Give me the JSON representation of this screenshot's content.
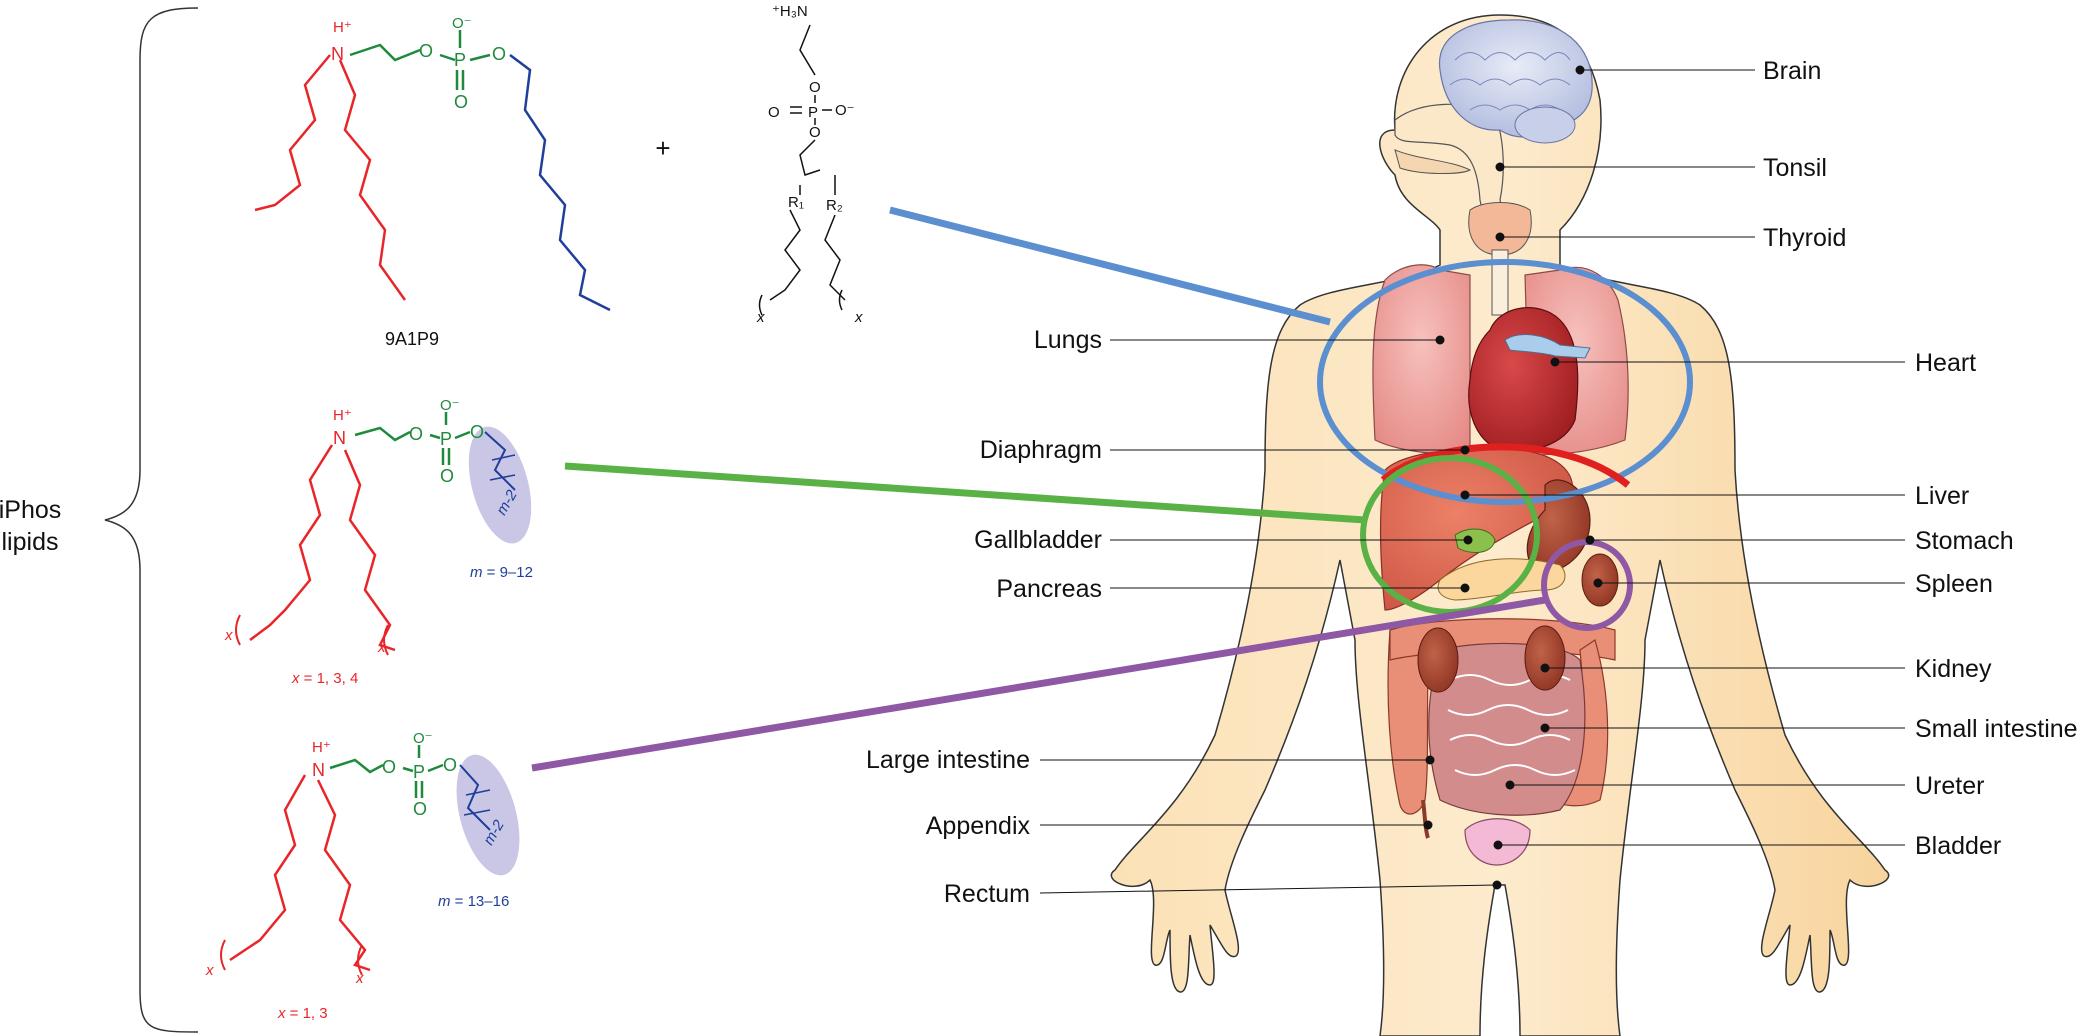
{
  "left_panel": {
    "group_label_line1": "iPhos",
    "group_label_line2": "lipids",
    "top_compound": {
      "name": "9A1P9",
      "plus": "+",
      "amine": "N",
      "amine_charge": "H⁺",
      "phosphate_o_minus": "O⁻",
      "phosphate_p": "P",
      "phosphate_o": "O",
      "helper_lipid": {
        "head": "⁺H₃N",
        "p": "P",
        "o": "O",
        "o_minus": "O⁻",
        "r1": "R₁",
        "r2": "R₂",
        "x": "x"
      }
    },
    "middle_compound": {
      "m_range_var": "m",
      "m_range_text": " = 9–12",
      "x_range_var": "x",
      "x_range_text": " = 1, 3, 4",
      "tail_label": "m-2",
      "x_label": "x"
    },
    "bottom_compound": {
      "m_range_var": "m",
      "m_range_text": " = 13–16",
      "x_range_var": "x",
      "x_range_text": " = 1, 3",
      "tail_label": "m-2",
      "x_label": "x"
    }
  },
  "organ_labels_left": [
    "Lungs",
    "Diaphragm",
    "Gallbladder",
    "Pancreas",
    "Large intestine",
    "Appendix",
    "Rectum"
  ],
  "organ_labels_right": [
    "Brain",
    "Tonsil",
    "Thyroid",
    "Heart",
    "Liver",
    "Stomach",
    "Spleen",
    "Kidney",
    "Small intestine",
    "Ureter",
    "Bladder"
  ],
  "colors": {
    "amine_red": "#e8262a",
    "phosphate_green": "#1f8a3c",
    "tail_blue": "#1f3f9a",
    "lung_highlight_blue": "#5b8fd0",
    "liver_highlight_green": "#5ab145",
    "spleen_highlight_purple": "#8e58a5",
    "diaphragm_red": "#e0201f",
    "skin": "#fbe3b9",
    "tail_shade": "#c9c6e6"
  },
  "icons": {
    "brain": "brain-icon",
    "body": "human-body-icon"
  }
}
